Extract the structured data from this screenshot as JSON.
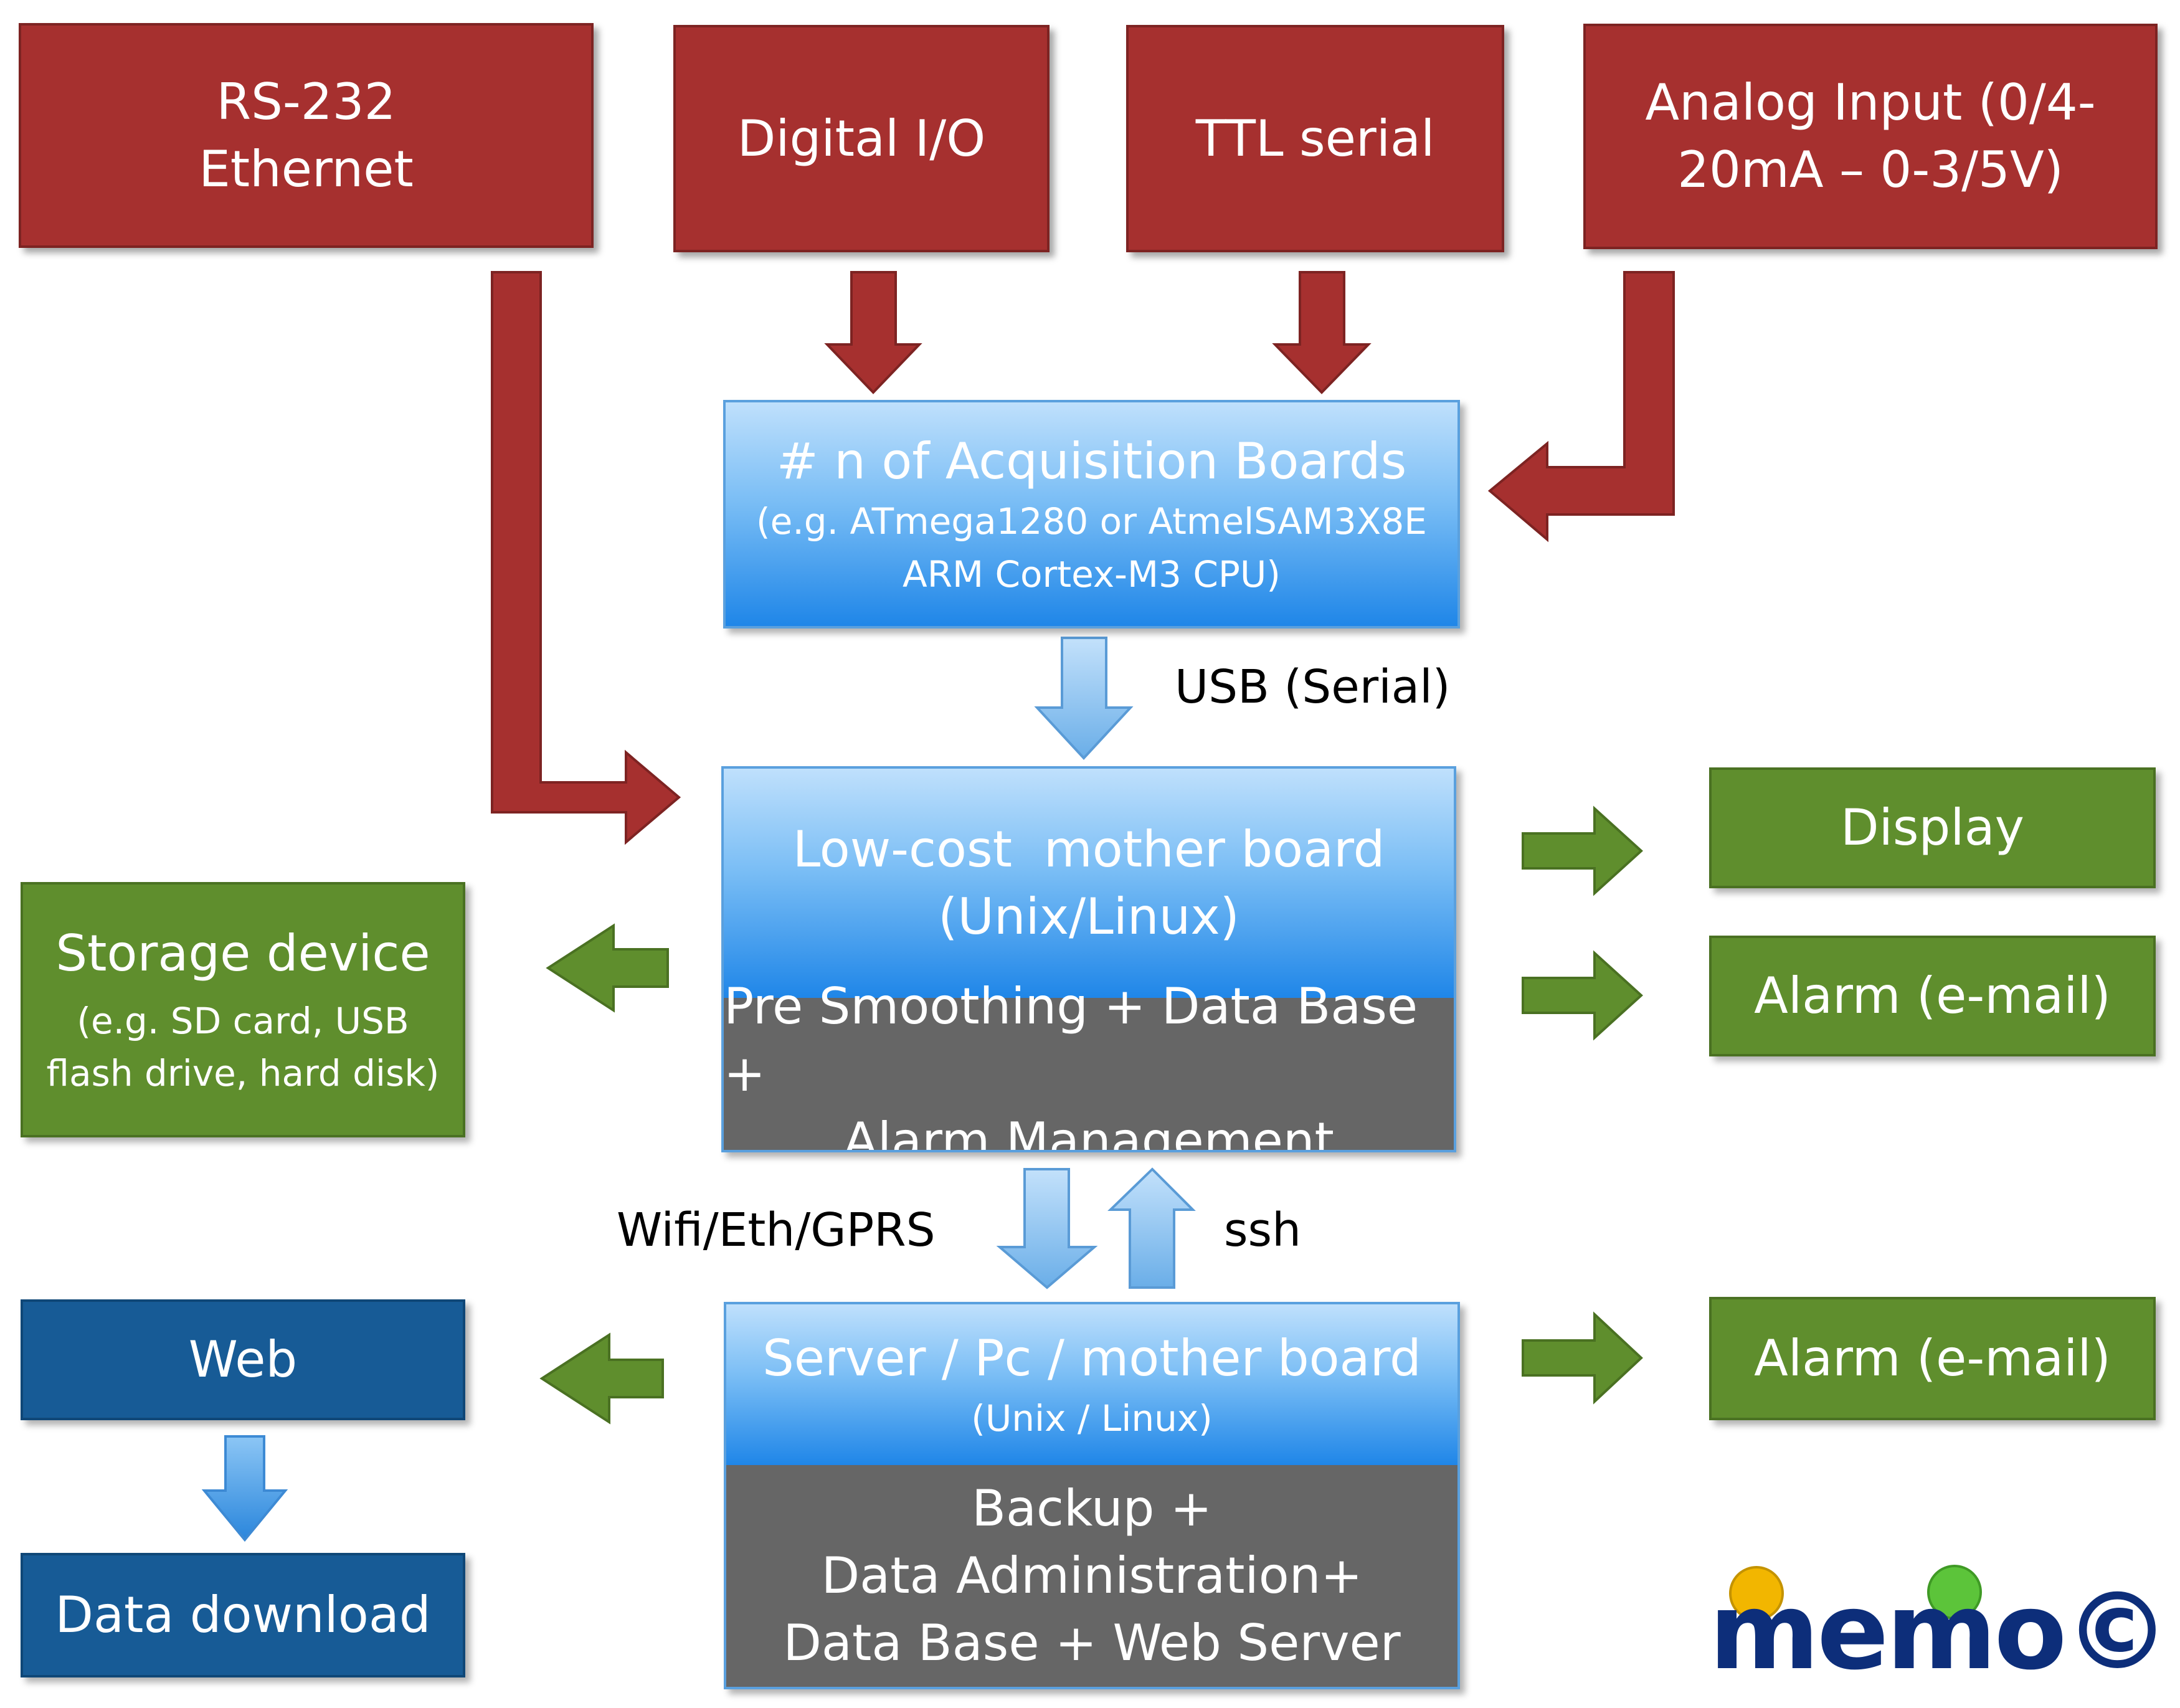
{
  "inputs": {
    "rs232": [
      "RS-232",
      "Ethernet"
    ],
    "digital": "Digital I/O",
    "ttl": "TTL serial",
    "analog": [
      "Analog Input (0/4-",
      "20mA – 0-3/5V)"
    ]
  },
  "acquisition": {
    "title": "# n of Acquisition Boards",
    "detail": [
      "(e.g. ATmega1280 or AtmelSAM3X8E",
      "ARM Cortex-M3 CPU)"
    ]
  },
  "link_usb": "USB (Serial)",
  "motherboard": {
    "title": [
      "Low-cost  mother board",
      "(Unix/Linux)"
    ],
    "functions": [
      "Pre Smoothing + Data Base +",
      "Alarm Management"
    ]
  },
  "storage": {
    "title": "Storage device",
    "detail": [
      "(e.g. SD card, USB",
      "flash drive, hard disk)"
    ]
  },
  "outputs": {
    "display": "Display",
    "alarm1": "Alarm (e-mail)",
    "alarm2": "Alarm (e-mail)"
  },
  "link_wifi": "Wifi/Eth/GPRS",
  "link_ssh": "ssh",
  "server": {
    "title": "Server / Pc / mother board",
    "subtitle": "(Unix / Linux)",
    "functions": [
      "Backup +",
      "Data Administration+",
      "Data Base + Web Server"
    ]
  },
  "web": "Web",
  "download": "Data download",
  "logo": {
    "text": "memo©",
    "dot1_color": "#f2b600",
    "dot2_color": "#5cc43a",
    "text_color": "#0d2e7a"
  },
  "colors": {
    "red": "#a6302f",
    "green": "#5f8e2d",
    "navy": "#175b96",
    "grey": "#666666",
    "blue": "#79bdf5"
  }
}
